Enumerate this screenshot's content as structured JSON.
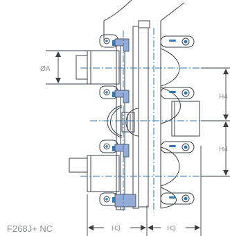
{
  "model_label": "F268J+ NC",
  "dimensions": {
    "diameter": "ØA",
    "h3_left": "H3",
    "h3_right": "H3",
    "h4_upper": "H4",
    "h4_lower": "H4"
  },
  "colors": {
    "line": "#3a3f47",
    "accent_blue": "#2f78b7",
    "gasket_blue": "#93abd6",
    "dim_gray": "#8a8f96"
  }
}
